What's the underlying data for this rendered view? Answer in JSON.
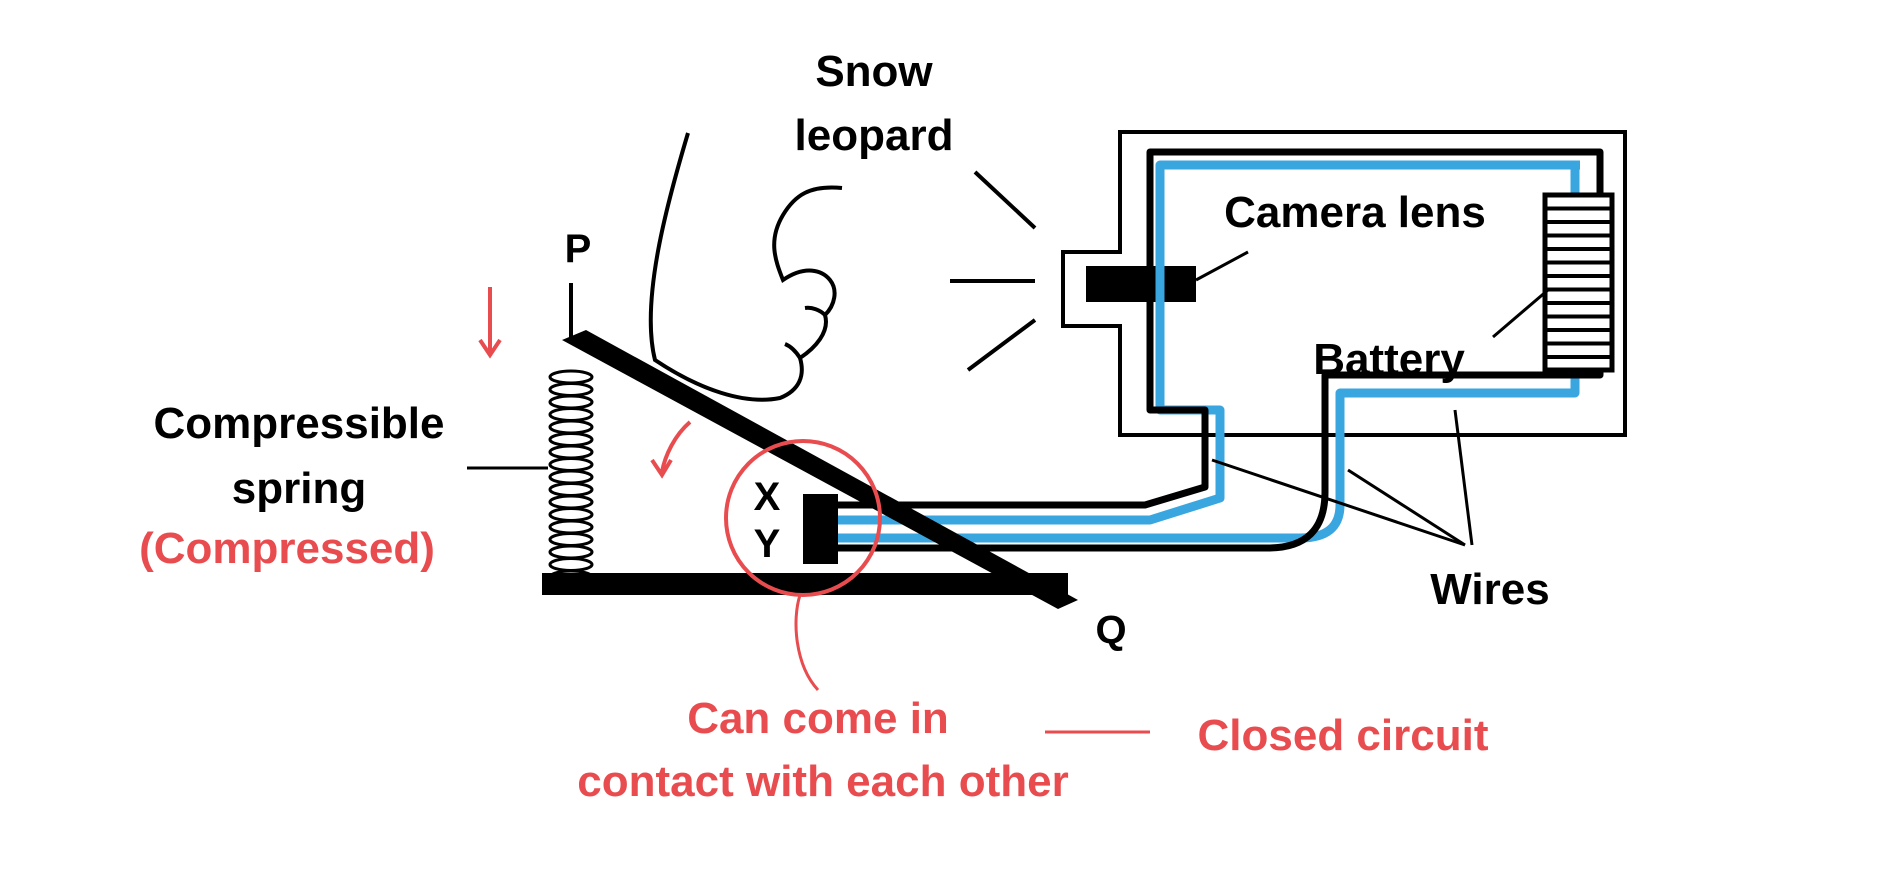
{
  "labels": {
    "snow_leopard": [
      "Snow",
      "leopard"
    ],
    "camera_lens": "Camera lens",
    "battery": "Battery",
    "wires": "Wires",
    "point_p": "P",
    "point_q": "Q",
    "point_x": "X",
    "point_y": "Y",
    "spring": [
      "Compressible",
      "spring"
    ],
    "spring_state": "(Compressed)",
    "contact_note": [
      "Can come in",
      "contact with each other"
    ],
    "closed_circuit": "Closed circuit"
  },
  "colors": {
    "ink": "#000000",
    "accent": "#e84c4f",
    "wire_blue": "#3aa6df"
  }
}
